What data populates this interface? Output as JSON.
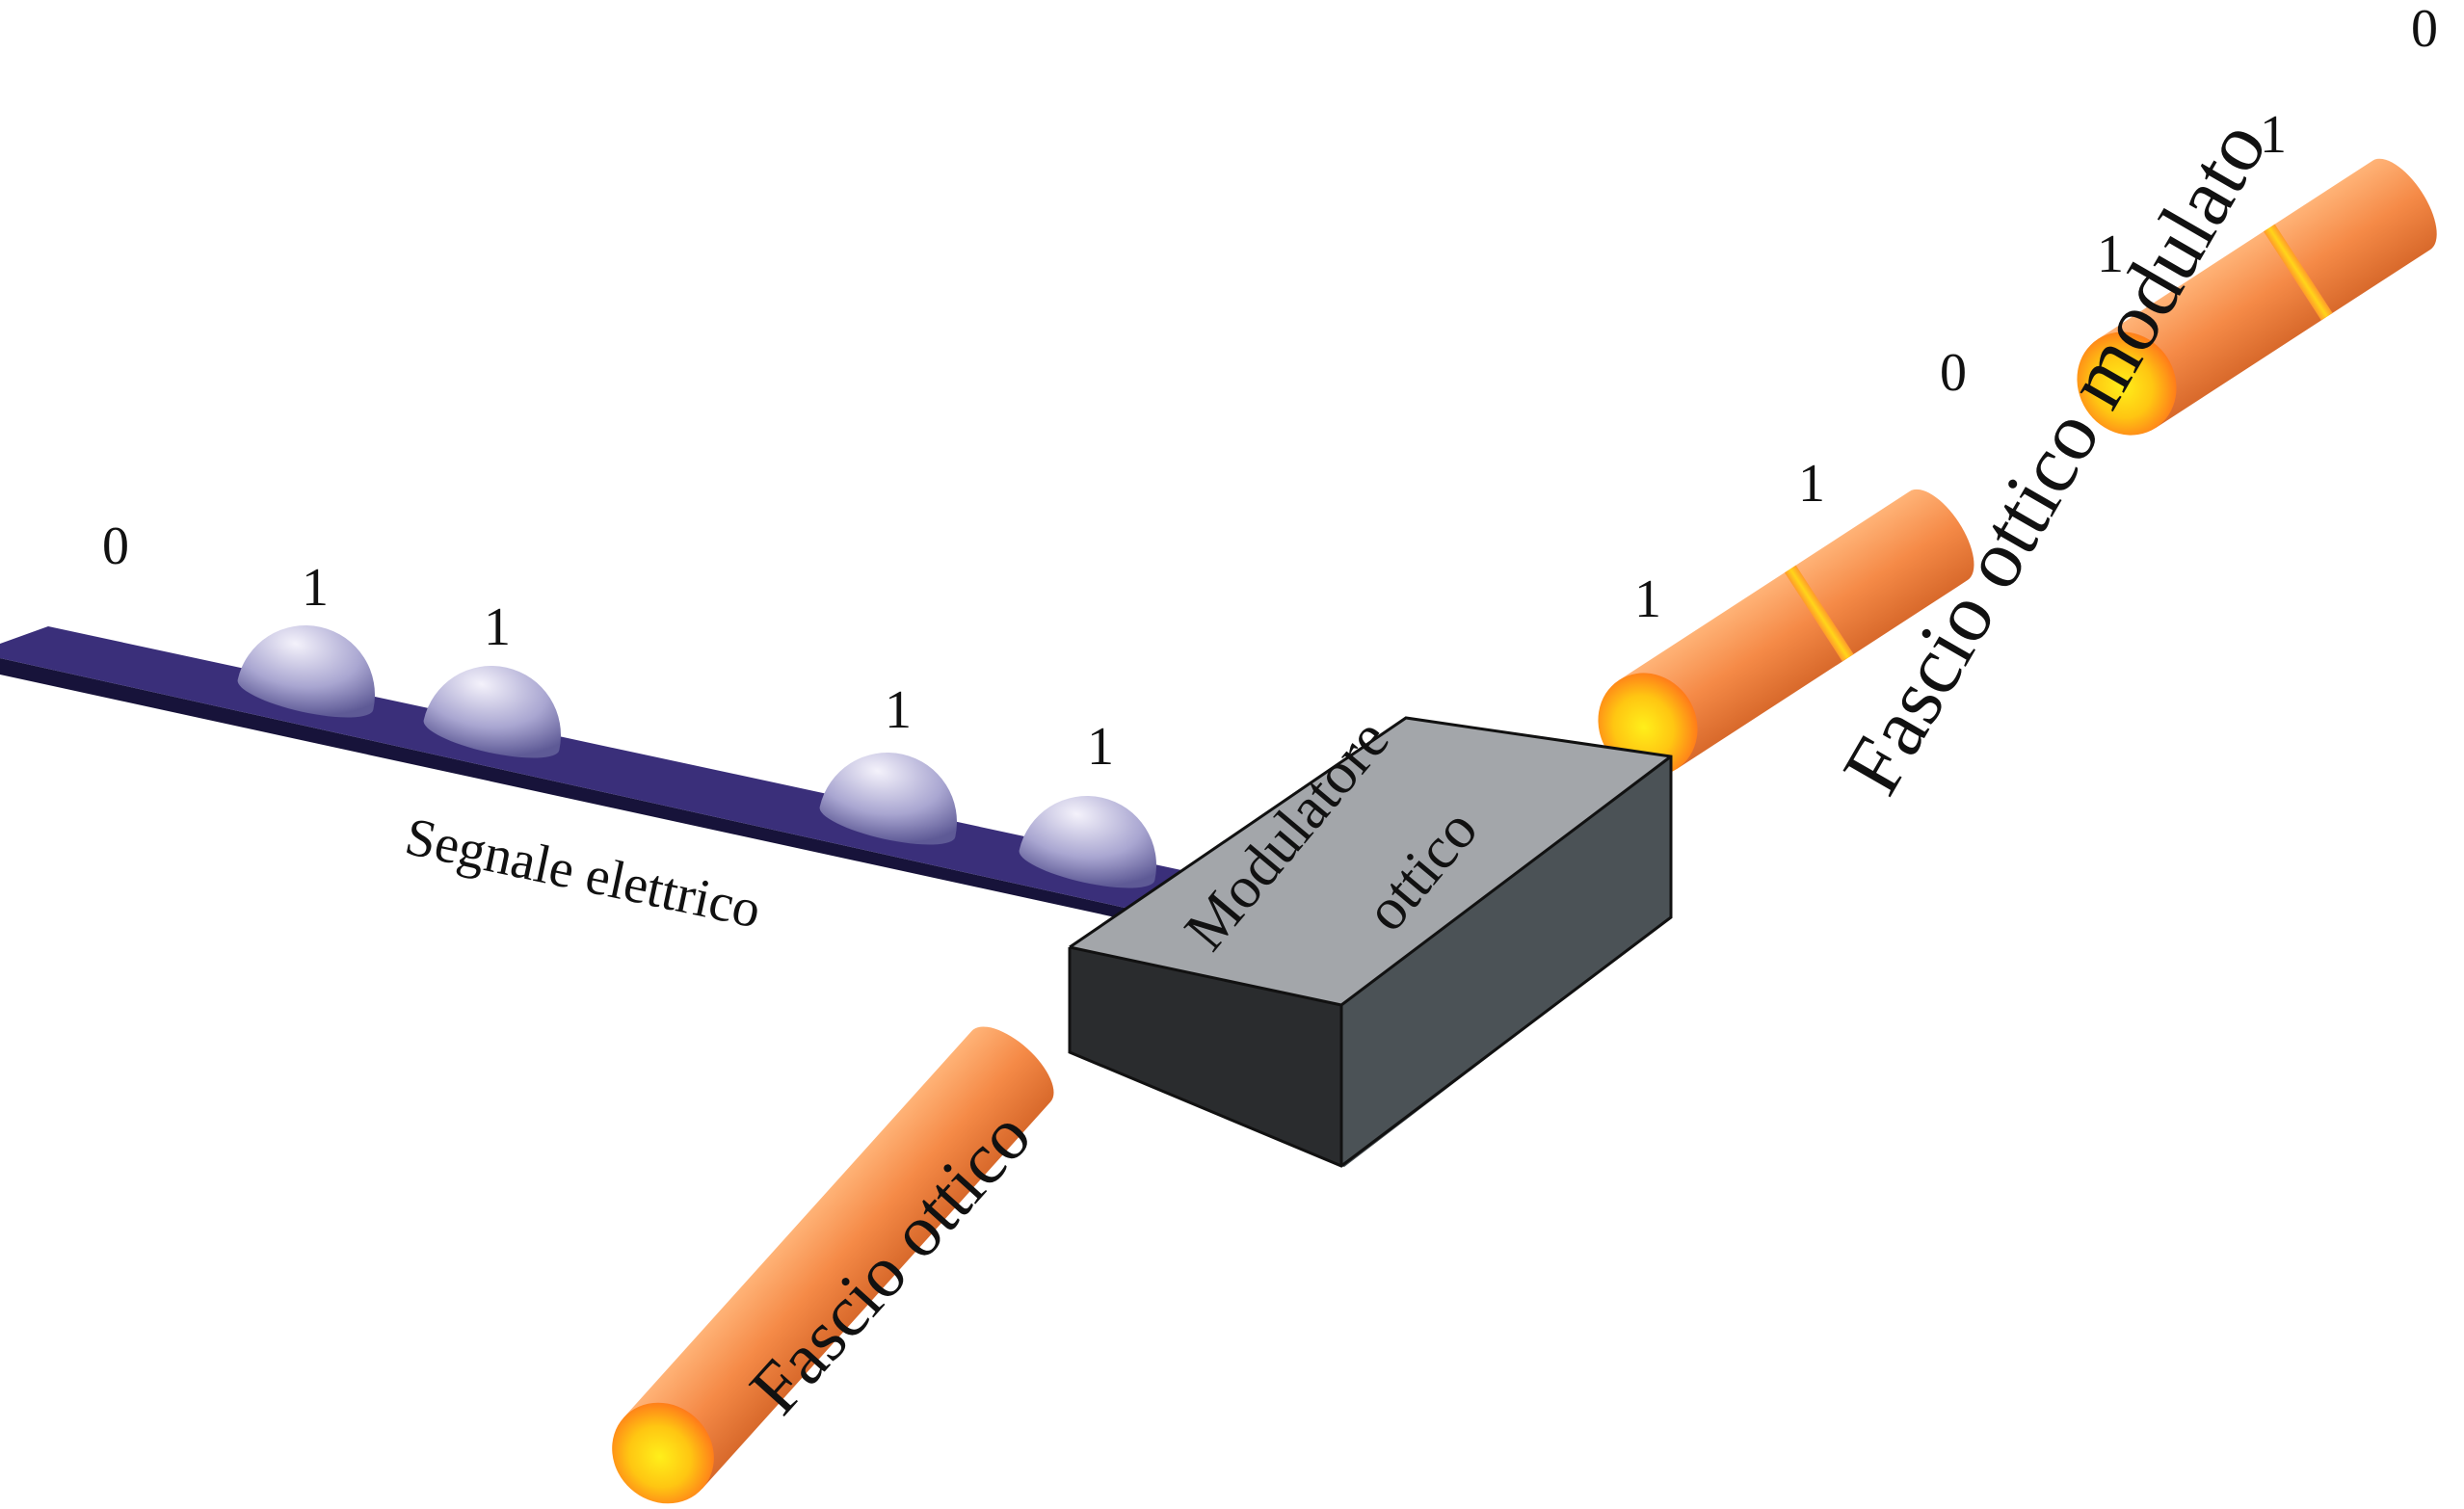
{
  "labels": {
    "electrical_signal": "Segnale elettrico",
    "modulator_line1": "Modulatore",
    "modulator_line2": "ottico",
    "optical_beam": "Fascio ottico",
    "modulated_beam": "Fascio ottico modulato"
  },
  "electrical_bits": [
    "0",
    "1",
    "1",
    "1",
    "1"
  ],
  "optical_bits_near": [
    "1",
    "1",
    "0"
  ],
  "optical_bits_far": [
    "1",
    "1",
    "0"
  ],
  "colors": {
    "strip_top": "#3a2f7a",
    "strip_edge": "#17133a",
    "pulse_light": "#f4f2fb",
    "pulse_dark": "#5e5a96",
    "box_top": "#a3a6aa",
    "box_front": "#2a2c2e",
    "box_side": "#4b5256",
    "beam_light": "#ffb377",
    "beam_mid": "#f58a47",
    "beam_dark": "#d8692b",
    "beam_core": "#ffef1a"
  }
}
